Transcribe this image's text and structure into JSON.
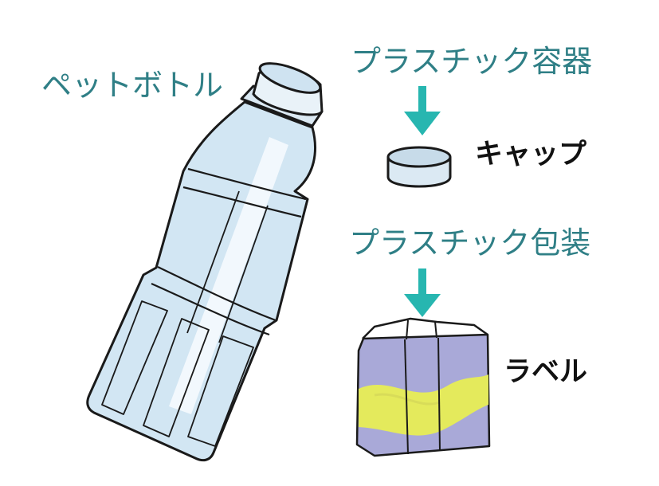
{
  "texts": {
    "pet_bottle": "ペットボトル",
    "plastic_container": "プラスチック容器",
    "cap": "キャップ",
    "plastic_packaging": "プラスチック包装",
    "label": "ラベル"
  },
  "colors": {
    "heading_teal": "#2f7f86",
    "arrow_teal": "#27b6b0",
    "bottle_blue": "#cfe4f2",
    "label_lavender": "#a9a9d8",
    "label_yellow": "#e4ea5c",
    "outline": "#1a1a1a"
  },
  "icons": [
    "pet-bottle-icon",
    "bottle-cap-icon",
    "bottle-label-icon",
    "down-arrow-icon"
  ]
}
